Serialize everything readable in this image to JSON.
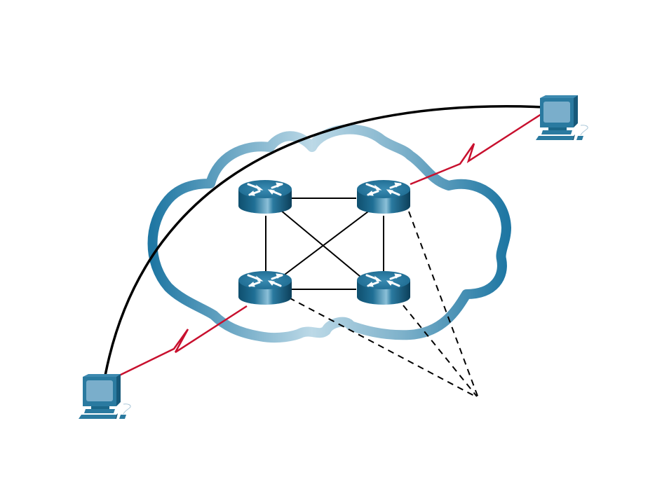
{
  "diagram": {
    "type": "network-topology",
    "background_color": "#ffffff",
    "cloud": {
      "name": "network-cloud",
      "color_dark": "#1f77a3",
      "color_light": "#bcd9e7"
    },
    "nodes": [
      {
        "id": "pc-top-right",
        "kind": "pc"
      },
      {
        "id": "pc-bottom-left",
        "kind": "pc"
      },
      {
        "id": "router-top-left",
        "kind": "router"
      },
      {
        "id": "router-top-right",
        "kind": "router"
      },
      {
        "id": "router-bottom-left",
        "kind": "router"
      },
      {
        "id": "router-bottom-right",
        "kind": "router"
      },
      {
        "id": "convergence-point",
        "kind": "point"
      }
    ],
    "links": [
      {
        "from": "router-top-left",
        "to": "router-top-right",
        "style": "solid",
        "color": "#000000"
      },
      {
        "from": "router-bottom-left",
        "to": "router-bottom-right",
        "style": "solid",
        "color": "#000000"
      },
      {
        "from": "router-top-left",
        "to": "router-bottom-left",
        "style": "solid",
        "color": "#000000"
      },
      {
        "from": "router-top-right",
        "to": "router-bottom-right",
        "style": "solid",
        "color": "#000000"
      },
      {
        "from": "router-top-left",
        "to": "router-bottom-right",
        "style": "solid",
        "color": "#000000"
      },
      {
        "from": "router-top-right",
        "to": "router-bottom-left",
        "style": "solid",
        "color": "#000000"
      },
      {
        "from": "pc-top-right",
        "to": "router-top-right",
        "style": "serial",
        "color": "#c8102e"
      },
      {
        "from": "pc-bottom-left",
        "to": "router-bottom-left",
        "style": "serial",
        "color": "#c8102e"
      },
      {
        "from": "pc-bottom-left",
        "to": "pc-top-right",
        "style": "arc",
        "color": "#000000"
      },
      {
        "from": "router-top-right",
        "to": "convergence-point",
        "style": "dashed",
        "color": "#000000"
      },
      {
        "from": "router-bottom-right",
        "to": "convergence-point",
        "style": "dashed",
        "color": "#000000"
      },
      {
        "from": "router-bottom-left",
        "to": "convergence-point",
        "style": "dashed",
        "color": "#000000"
      }
    ],
    "colors": {
      "router_top": "#2a7aa0",
      "router_side_dark": "#0f4f6e",
      "router_side_light": "#7fb6cf",
      "pc_body": "#1e6f96",
      "pc_screen": "#7aaecb",
      "serial": "#c8102e"
    }
  }
}
